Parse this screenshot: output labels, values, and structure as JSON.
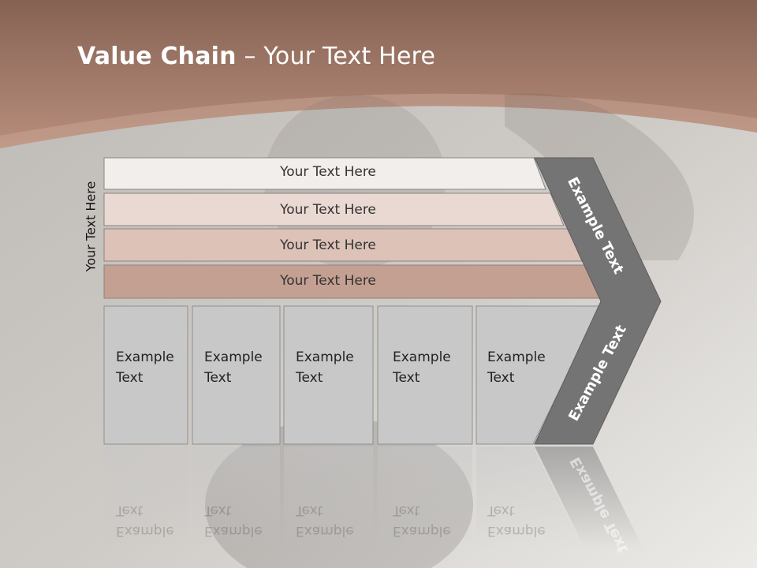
{
  "title": {
    "bold": "Value Chain",
    "rest": " – Your Text Here"
  },
  "side_label": "Your Text Here",
  "bars": [
    {
      "label": "Your Text Here"
    },
    {
      "label": "Your Text Here"
    },
    {
      "label": "Your Text Here"
    },
    {
      "label": "Your Text Here"
    }
  ],
  "boxes": [
    {
      "line1": "Example",
      "line2": "Text"
    },
    {
      "line1": "Example",
      "line2": "Text"
    },
    {
      "line1": "Example",
      "line2": "Text"
    },
    {
      "line1": "Example",
      "line2": "Text"
    },
    {
      "line1": "Example",
      "line2": "Text"
    }
  ],
  "chevron": {
    "upper": "Example Text",
    "lower": "Example Text"
  },
  "colors": {
    "header": "#a47a69",
    "bar1": "#f2eeeb",
    "bar2": "#ead9d2",
    "bar3": "#dcc2b7",
    "bar4": "#c4a092",
    "box": "#c8c8c8",
    "chevron": "#747474"
  }
}
